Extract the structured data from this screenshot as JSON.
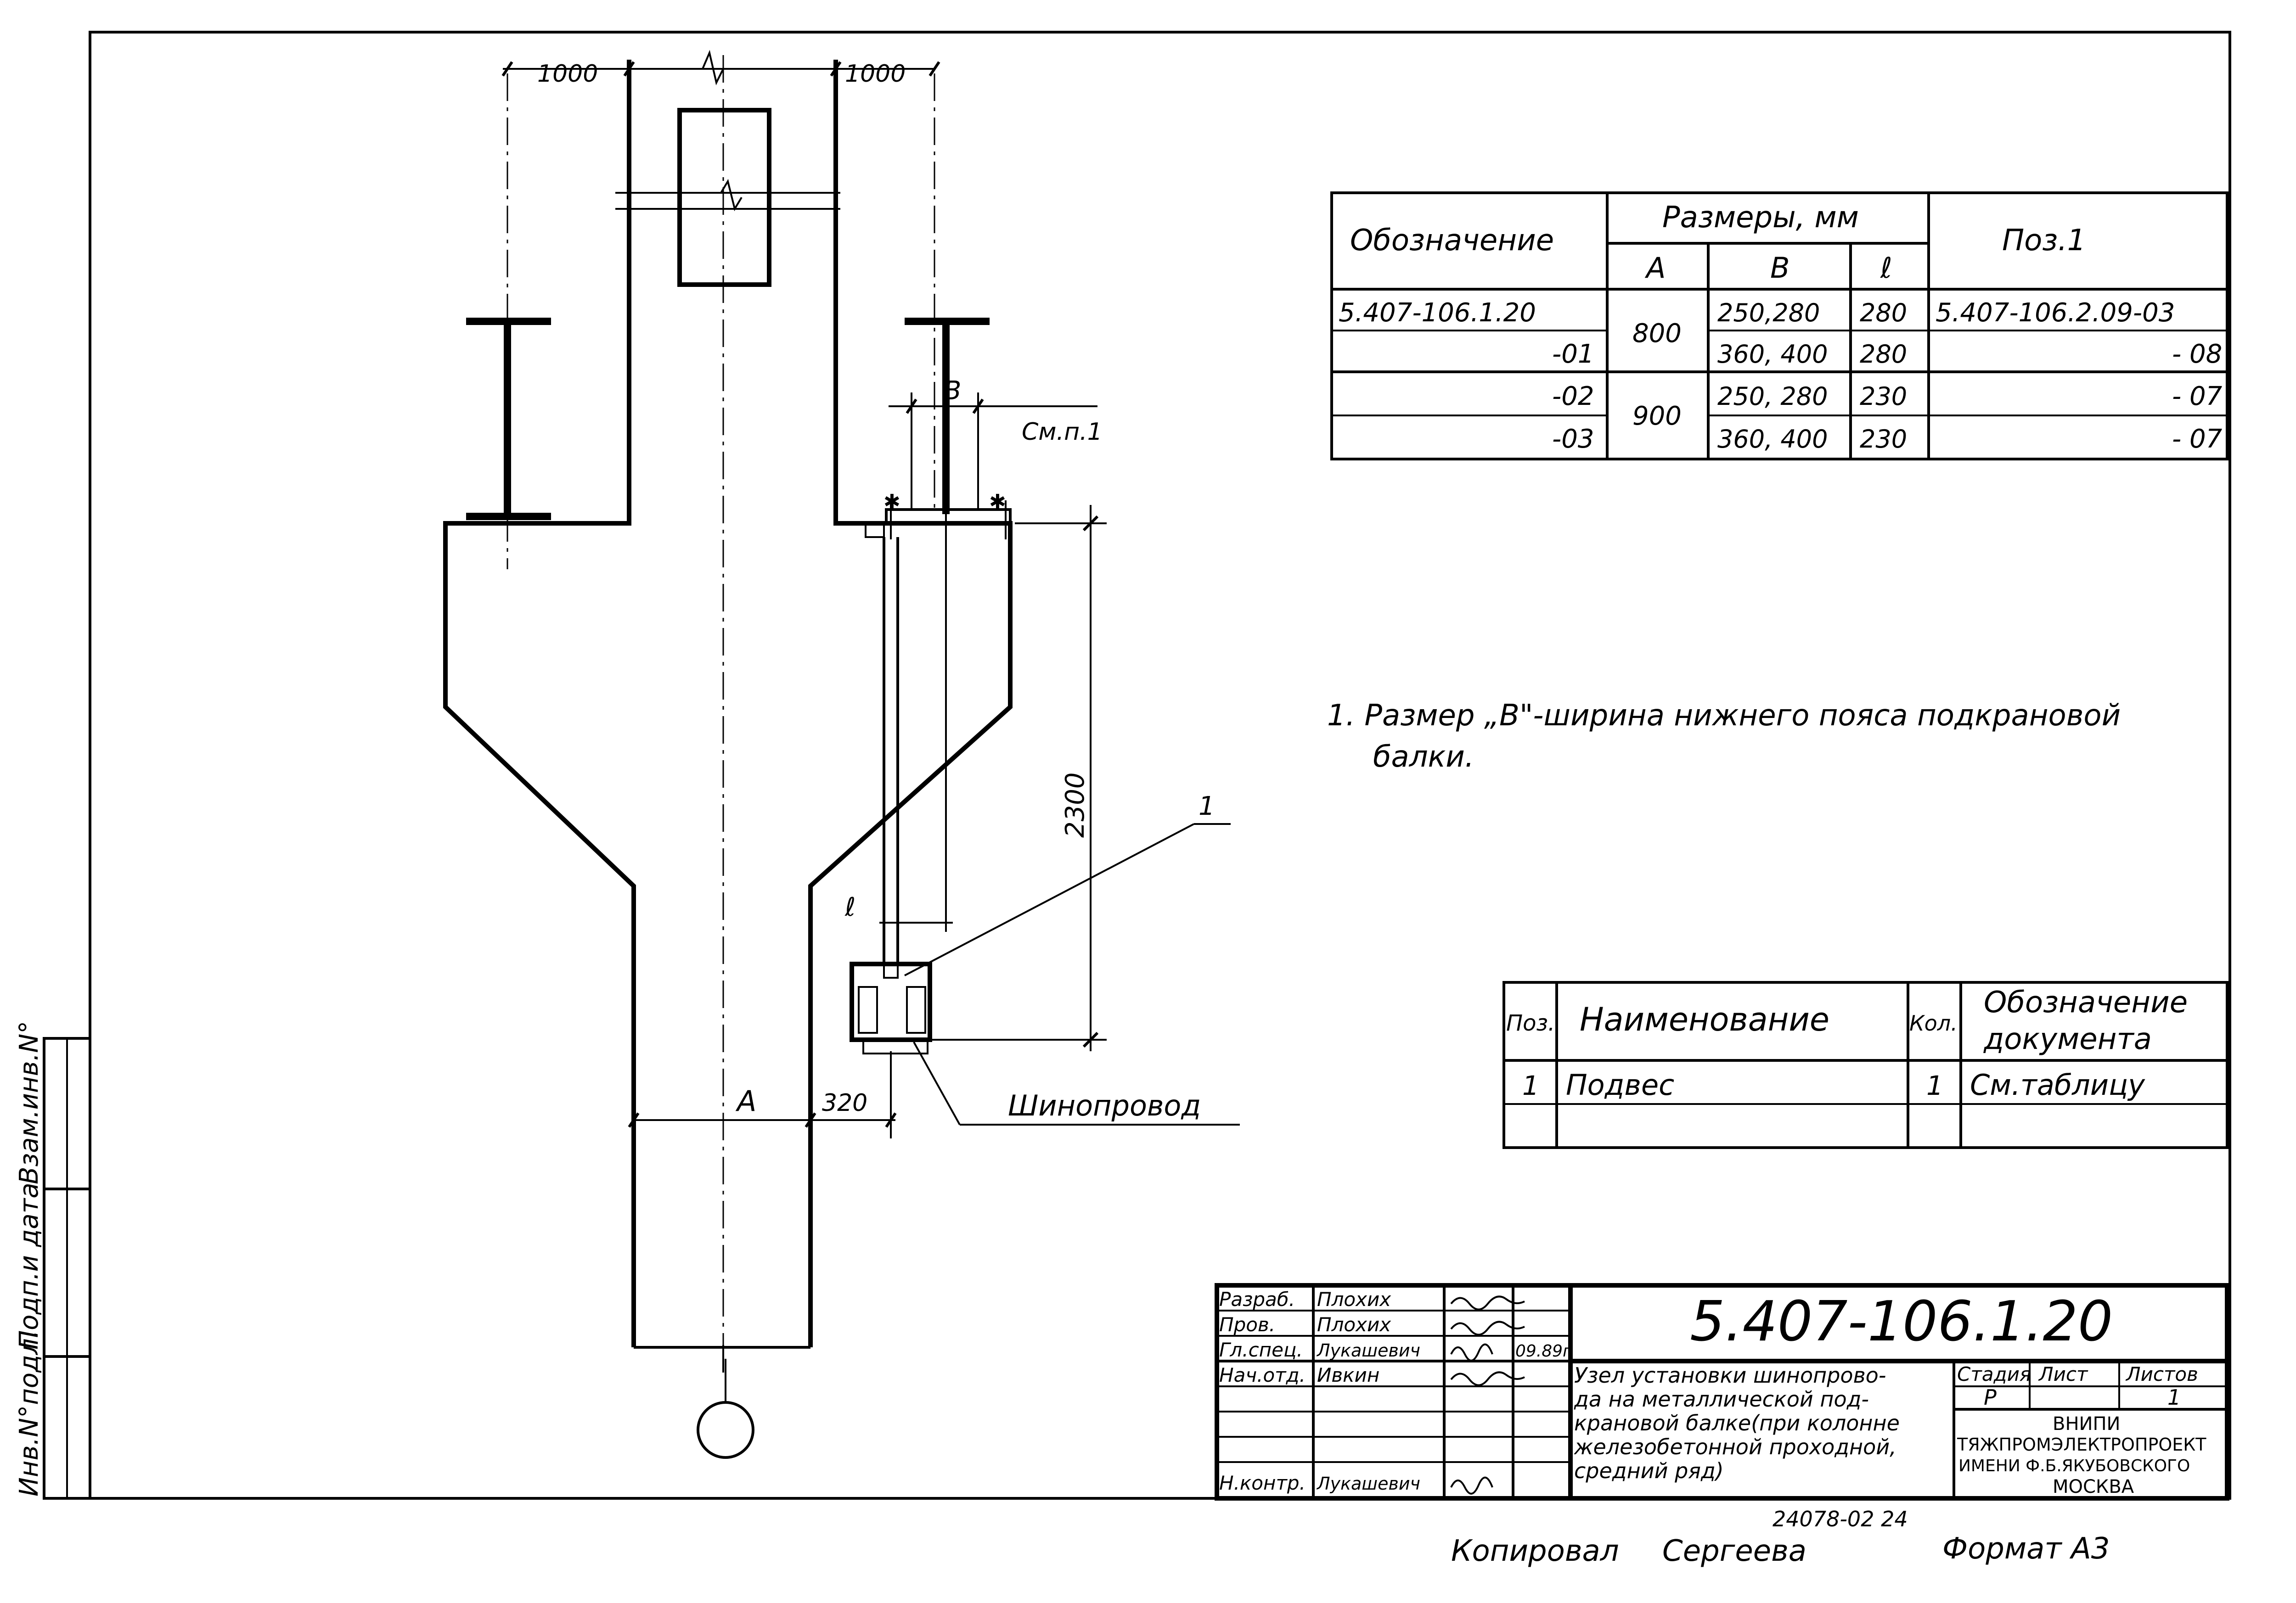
{
  "drawing": {
    "dimensions": {
      "top_left": "1000",
      "top_right": "1000",
      "b_label": "B",
      "see_note": "См.п.1",
      "height": "2300",
      "l_label": "ℓ",
      "a_label": "A",
      "offset": "320"
    },
    "leader_pos": "1",
    "busway_label": "Шинопровод"
  },
  "size_table": {
    "headers": {
      "designation": "Обозначение",
      "sizes": "Размеры, мм",
      "col_a": "A",
      "col_b": "B",
      "col_l": "ℓ",
      "pos": "Поз.1"
    },
    "groups": [
      {
        "a": "800"
      },
      {
        "a": "900"
      }
    ],
    "rows": [
      {
        "designation": "5.407-106.1.20",
        "b": "250,280",
        "l": "280",
        "pos": "5.407-106.2.09-03"
      },
      {
        "designation": "-01",
        "b": "360, 400",
        "l": "280",
        "pos": "- 08"
      },
      {
        "designation": "-02",
        "b": "250, 280",
        "l": "230",
        "pos": "- 07"
      },
      {
        "designation": "-03",
        "b": "360, 400",
        "l": "230",
        "pos": "- 07"
      }
    ]
  },
  "note": {
    "line1": "1. Размер „В\"-ширина нижнего пояса подкрановой",
    "line2": "балки."
  },
  "spec_table": {
    "headers": {
      "pos": "Поз.",
      "name": "Наименование",
      "qty": "Кол.",
      "doc_line1": "Обозначение",
      "doc_line2": "документа"
    },
    "rows": [
      {
        "pos": "1",
        "name": "Подвес",
        "qty": "1",
        "doc": "См.таблицу"
      }
    ]
  },
  "left_strip": {
    "inv": "Инв.N°подл.",
    "sign": "Подп.и дата",
    "replace": "Взам.инв.N°"
  },
  "title_block": {
    "code": "5.407-106.1.20",
    "signatures": [
      {
        "role": "Разраб.",
        "name": "Плохих",
        "date": ""
      },
      {
        "role": "Пров.",
        "name": "Плохих",
        "date": ""
      },
      {
        "role": "Гл.спец.",
        "name": "Лукашевич",
        "date": "09.89г"
      },
      {
        "role": "Нач.отд.",
        "name": "Ивкин",
        "date": ""
      },
      {
        "role": "",
        "name": "",
        "date": ""
      },
      {
        "role": "",
        "name": "",
        "date": ""
      },
      {
        "role": "",
        "name": "",
        "date": ""
      },
      {
        "role": "Н.контр.",
        "name": "Лукашевич",
        "date": ""
      }
    ],
    "description": [
      "Узел установки шинопрово-",
      "да на металлической под-",
      "крановой балке(при колонне",
      "железобетонной проходной,",
      "средний ряд)"
    ],
    "stage_header": "Стадия",
    "sheet_header": "Лист",
    "sheets_header": "Листов",
    "stage": "Р",
    "sheet": "",
    "sheets": "1",
    "org": [
      "ВНИПИ",
      "ТЯЖПРОМЭЛЕКТРОПРОЕКТ",
      "ИМЕНИ Ф.Б.ЯКУБОВСКОГО",
      "МОСКВА"
    ]
  },
  "footer": {
    "order": "24078-02  24",
    "copied": "Копировал",
    "copier": "Сергеева",
    "format": "Формат А3"
  }
}
